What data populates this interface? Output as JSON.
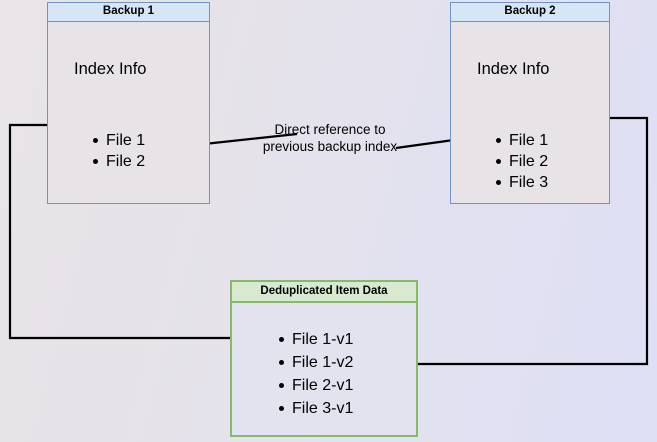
{
  "diagram": {
    "title": "Backup deduplication index reference diagram",
    "background_colors": {
      "gradient_start": "#e8e4e7",
      "gradient_end": "#dee0f6"
    },
    "caption": {
      "line1": "Direct reference to",
      "line2": "previous backup index"
    },
    "nodes": [
      {
        "id": "backup-1",
        "header": "Backup 1",
        "subtitle": "Index Info",
        "items": [
          "File 1",
          "File 2"
        ],
        "header_color": "#d6e6f7",
        "border_color": "#7094c4",
        "body_color": "#e7e3e7"
      },
      {
        "id": "backup-2",
        "header": "Backup 2",
        "subtitle": "Index Info",
        "items": [
          "File 1",
          "File 2",
          "File 3"
        ],
        "header_color": "#d6e6f7",
        "border_color": "#7094c4",
        "body_color": "#e7e3e7"
      },
      {
        "id": "deduplicated-item-data",
        "header": "Deduplicated Item Data",
        "items": [
          "File 1-v1",
          "File 1-v2",
          "File 2-v1",
          "File 3-v1"
        ],
        "header_color": "#d7ead0",
        "border_color": "#86b96a",
        "body_color": "#e3e3f0"
      }
    ],
    "connectors": [
      {
        "id": "backup1-file1-to-dedup-file1v1",
        "from": "Backup 1 / File 1",
        "to": "Deduplicated Item Data / File 1-v1",
        "color": "#000000"
      },
      {
        "id": "backup2-file1-to-dedup-file1v2",
        "from": "Backup 2 / File 1",
        "to": "Deduplicated Item Data / File 1-v2",
        "color": "#000000"
      },
      {
        "id": "backup2-index-to-backup1-file2",
        "from": "Backup 2 / File 2",
        "to": "Backup 1 / File 2",
        "label": "Direct reference to previous backup index",
        "color": "#000000"
      }
    ]
  }
}
